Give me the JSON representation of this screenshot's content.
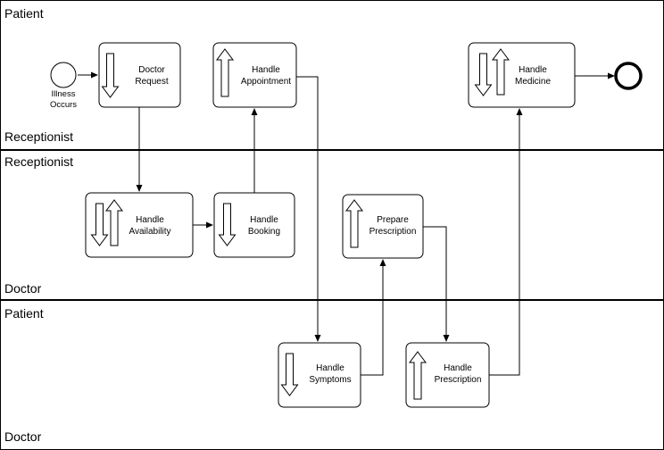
{
  "lanes": [
    {
      "top_label": "Patient",
      "bottom_label": "Receptionist"
    },
    {
      "top_label": "Receptionist",
      "bottom_label": "Doctor"
    },
    {
      "top_label": "Patient",
      "bottom_label": "Doctor"
    }
  ],
  "start_event": {
    "line1": "Illness",
    "line2": "Occurs"
  },
  "tasks": {
    "doctor_request": {
      "line1": "Doctor",
      "line2": "Request",
      "direction": "in"
    },
    "handle_appointment": {
      "line1": "Handle",
      "line2": "Appointment",
      "direction": "out"
    },
    "handle_medicine": {
      "line1": "Handle",
      "line2": "Medicine",
      "direction": "in-out"
    },
    "handle_availability": {
      "line1": "Handle",
      "line2": "Availability",
      "direction": "in-out"
    },
    "handle_booking": {
      "line1": "Handle",
      "line2": "Booking",
      "direction": "in"
    },
    "prepare_prescription": {
      "line1": "Prepare",
      "line2": "Prescription",
      "direction": "out"
    },
    "handle_symptoms": {
      "line1": "Handle",
      "line2": "Symptoms",
      "direction": "in"
    },
    "handle_prescription": {
      "line1": "Handle",
      "line2": "Prescription",
      "direction": "out"
    }
  },
  "colors": {
    "stroke": "#000000",
    "fill": "#ffffff"
  }
}
